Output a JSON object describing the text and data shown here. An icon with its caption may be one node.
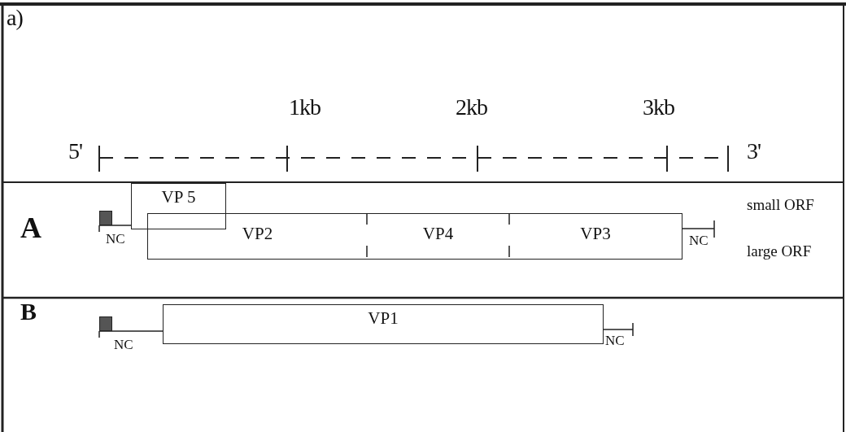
{
  "diagram": {
    "nodes": [
      {
        "text": [
          "VP 5"
        ]
      },
      {
        "text": [
          "VP2"
        ]
      },
      {
        "text": [
          "VP4"
        ]
      },
      {
        "text": [
          "VP3"
        ]
      },
      {
        "text": [
          "VP1"
        ]
      },
      {
        "text": [],
        "shape": "box"
      },
      {
        "text": [],
        "shape": "box"
      }
    ],
    "edges": [
      {
        "from": 5,
        "to": 0,
        "arrow": "none"
      },
      {
        "from": 6,
        "to": 4,
        "arrow": "none"
      }
    ],
    "labels": [
      "a)",
      "1kb",
      "2kb",
      "3kb",
      "5'",
      "3'",
      "small ORF",
      "A",
      "NC",
      "NC",
      "large ORF",
      "B",
      "NC",
      "NC"
    ]
  }
}
